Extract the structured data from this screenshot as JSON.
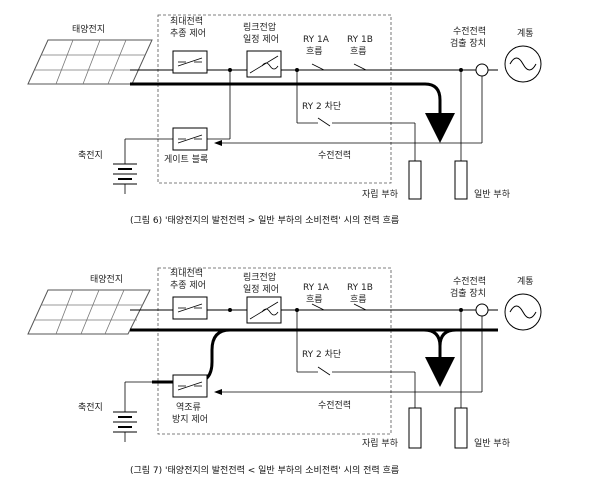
{
  "figure6": {
    "solar": "태양전지",
    "mppt": [
      "최대전력",
      "추종 제어"
    ],
    "link": [
      "링크전압",
      "일정 제어"
    ],
    "ry1a": [
      "RY 1A",
      "흐름"
    ],
    "ry1b": [
      "RY 1B",
      "흐름"
    ],
    "meter": [
      "수전전력",
      "검출 장치"
    ],
    "grid": "계통",
    "ry2": "RY 2 차단",
    "battery": "축전지",
    "gate": "게이트 블록",
    "received": "수전전력",
    "self_load": "자립 부하",
    "general_load": "일반 부하",
    "caption": "(그림 6) '태양전지의 발전전력 > 일반 부하의 소비전력' 시의 전력 흐름"
  },
  "figure7": {
    "solar": "태양전지",
    "mppt": [
      "최대전력",
      "추종 제어"
    ],
    "link": [
      "링크전압",
      "일정 제어"
    ],
    "ry1a": [
      "RY 1A",
      "흐름"
    ],
    "ry1b": [
      "RY 1B",
      "흐름"
    ],
    "meter": [
      "수전전력",
      "검출 장치"
    ],
    "grid": "계통",
    "ry2": "RY 2 차단",
    "battery": "축전지",
    "reverse": [
      "역조류",
      "방지 제어"
    ],
    "received": "수전전력",
    "self_load": "자립 부하",
    "general_load": "일반 부하",
    "caption": "(그림 7) '태양전지의 발전전력 < 일반 부하의 소비전력' 시의 전력 흐름"
  }
}
